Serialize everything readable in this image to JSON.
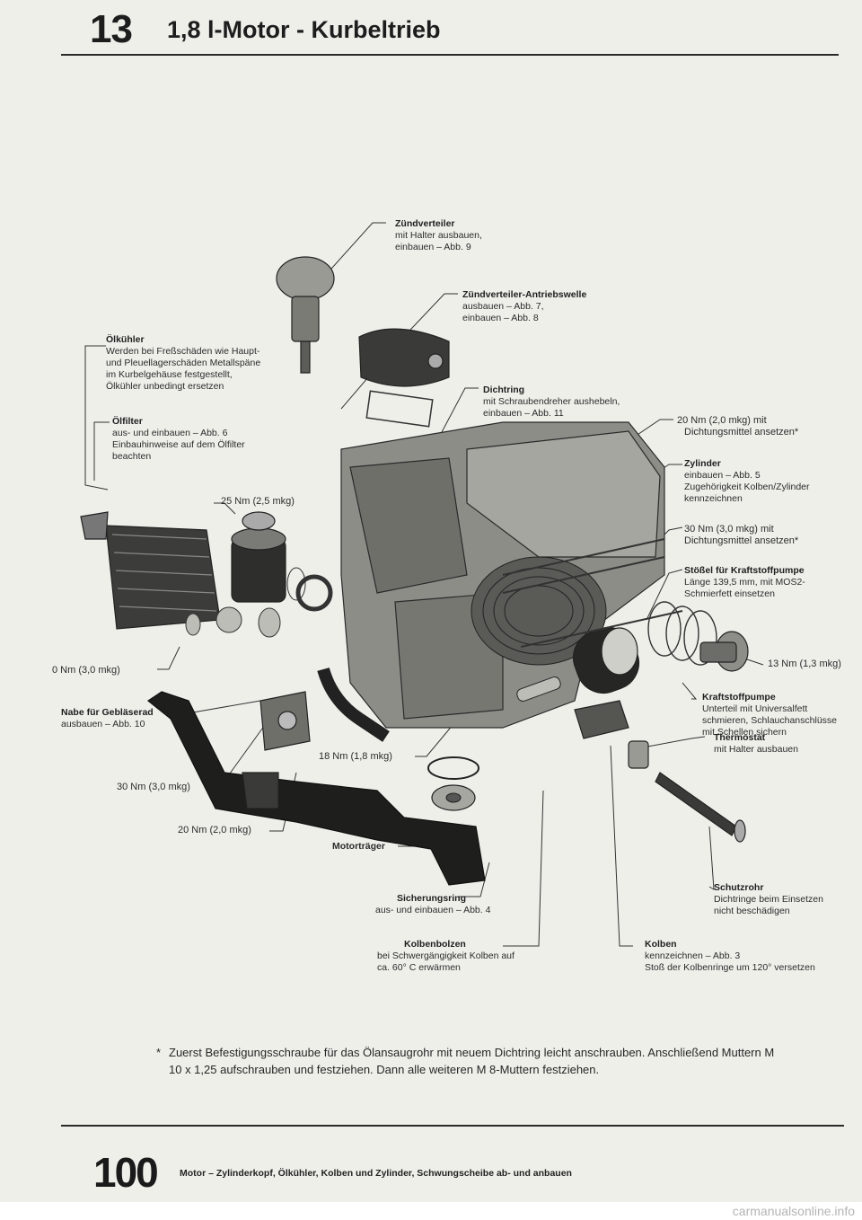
{
  "header": {
    "chapter_number": "13",
    "title": "1,8 l-Motor - Kurbeltrieb"
  },
  "callouts": {
    "zuendverteiler": {
      "title": "Zündverteiler",
      "lines": [
        "mit Halter ausbauen,",
        "einbauen – Abb. 9"
      ]
    },
    "antriebswelle": {
      "title": "Zündverteiler-Antriebswelle",
      "lines": [
        "ausbauen – Abb. 7,",
        "einbauen – Abb. 8"
      ]
    },
    "oelkuehler": {
      "title": "Ölkühler",
      "lines": [
        "Werden bei Freßschäden wie Haupt-",
        "und Pleuellagerschäden Metallspäne",
        "im Kurbelgehäuse festgestellt,",
        "Ölkühler unbedingt ersetzen"
      ]
    },
    "dichtring": {
      "title": "Dichtring",
      "lines": [
        "mit Schraubendreher aushebeln,",
        "einbauen – Abb. 11"
      ]
    },
    "oelfilter": {
      "title": "Ölfilter",
      "lines": [
        "aus- und einbauen – Abb. 6",
        "Einbauhinweise auf dem Ölfilter",
        "beachten"
      ]
    },
    "torque_20_top": {
      "lines": [
        "20 Nm (2,0 mkg) mit",
        "Dichtungsmittel ansetzen*"
      ]
    },
    "zylinder": {
      "title": "Zylinder",
      "lines": [
        "einbauen – Abb. 5",
        "Zugehörigkeit Kolben/Zylinder",
        "kennzeichnen"
      ]
    },
    "torque_30_right": {
      "lines": [
        "30 Nm (3,0 mkg) mit",
        "Dichtungsmittel ansetzen*"
      ]
    },
    "stoessel": {
      "title": "Stößel für Kraftstoffpumpe",
      "lines": [
        "Länge 139,5 mm, mit MOS2-",
        "Schmierfett einsetzen"
      ]
    },
    "kraftstoffpumpe": {
      "title": "Kraftstoffpumpe",
      "lines": [
        "Unterteil mit Universalfett",
        "schmieren, Schlauchanschlüsse",
        "mit Schellen sichern"
      ]
    },
    "nabe": {
      "title": "Nabe für Gebläserad",
      "lines": [
        "ausbauen – Abb. 10"
      ]
    },
    "thermostat": {
      "title": "Thermostat",
      "lines": [
        "mit Halter ausbauen"
      ]
    },
    "schutzrohr": {
      "title": "Schutzrohr",
      "lines": [
        "Dichtringe beim Einsetzen",
        "nicht beschädigen"
      ]
    },
    "sicherungsring": {
      "title": "Sicherungsring",
      "lines": [
        "aus- und einbauen – Abb. 4"
      ]
    },
    "kolbenbolzen": {
      "title": "Kolbenbolzen",
      "lines": [
        "bei Schwergängigkeit Kolben auf",
        "ca. 60° C erwärmen"
      ]
    },
    "kolben": {
      "title": "Kolben",
      "lines": [
        "kennzeichnen – Abb. 3",
        "Stoß der Kolbenringe um 120° versetzen"
      ]
    }
  },
  "torques": {
    "t25": "25 Nm (2,5 mkg)",
    "t13": "13 Nm (1,3 mkg)",
    "t30_left": "0 Nm (3,0 mkg)",
    "t18": "18 Nm (1,8 mkg)",
    "t30_bottom": "30 Nm (3,0 mkg)",
    "t20_bottom": "20 Nm (2,0 mkg)",
    "motortraeger": "Motorträger"
  },
  "footnote": {
    "marker": "*",
    "text": "Zuerst Befestigungsschraube für das Ölansaugrohr mit neuem Dichtring leicht anschrauben. Anschließend Muttern M 10 x 1,25 aufschrauben und festziehen. Dann alle weiteren M 8-Muttern festziehen."
  },
  "footer": {
    "page_number": "100",
    "text": "Motor – Zylinderkopf, Ölkühler, Kolben und Zylinder, Schwungscheibe ab- und anbauen"
  },
  "watermark": "carmanualsonline.info"
}
